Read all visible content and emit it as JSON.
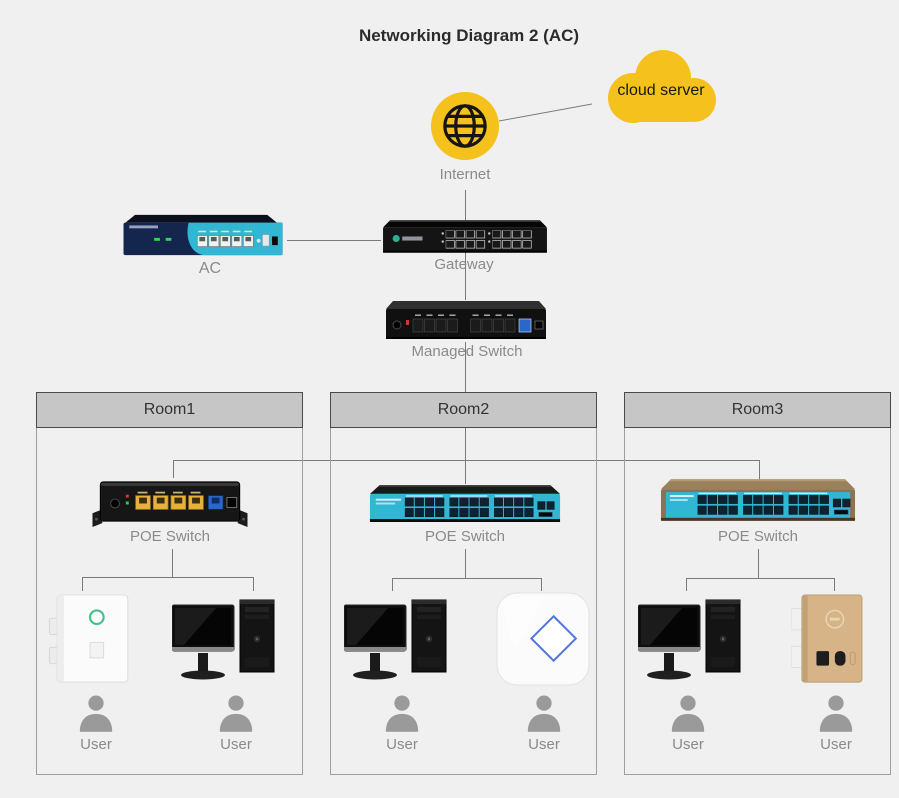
{
  "title": "Networking Diagram 2 (AC)",
  "palette": {
    "background": "#f0f0f0",
    "connector_line": "#7a7a7a",
    "cloud_yellow": "#f5c21d",
    "device_teal": "#31b6d4",
    "ac_navy": "#15264e",
    "gold_switch_body": "#8a7355",
    "gold_ap": "#d6b488",
    "label_gray": "#8a8a8a",
    "room_header_fill": "#c6c6c6"
  },
  "nodes": {
    "cloud": {
      "label": "cloud server",
      "icon": "cloud-icon"
    },
    "internet": {
      "label": "Internet",
      "icon": "globe-icon"
    },
    "ac": {
      "label": "AC",
      "icon": "ac-controller-device"
    },
    "gateway": {
      "label": "Gateway",
      "icon": "gateway-device"
    },
    "managed_switch": {
      "label": "Managed Switch",
      "icon": "managed-switch-device"
    }
  },
  "rooms": [
    {
      "name": "Room1",
      "switch": {
        "label": "POE Switch",
        "icon": "poe-switch-4port"
      },
      "devices": [
        {
          "icon": "in-wall-ap"
        },
        {
          "icon": "desktop-pc"
        }
      ],
      "users": [
        {
          "label": "User"
        },
        {
          "label": "User"
        }
      ]
    },
    {
      "name": "Room2",
      "switch": {
        "label": "POE Switch",
        "icon": "poe-switch-24port-teal"
      },
      "devices": [
        {
          "icon": "desktop-pc"
        },
        {
          "icon": "ceiling-ap"
        }
      ],
      "users": [
        {
          "label": "User"
        },
        {
          "label": "User"
        }
      ]
    },
    {
      "name": "Room3",
      "switch": {
        "label": "POE Switch",
        "icon": "poe-switch-24port-gold"
      },
      "devices": [
        {
          "icon": "desktop-pc"
        },
        {
          "icon": "gold-wall-ap"
        }
      ],
      "users": [
        {
          "label": "User"
        },
        {
          "label": "User"
        }
      ]
    }
  ]
}
